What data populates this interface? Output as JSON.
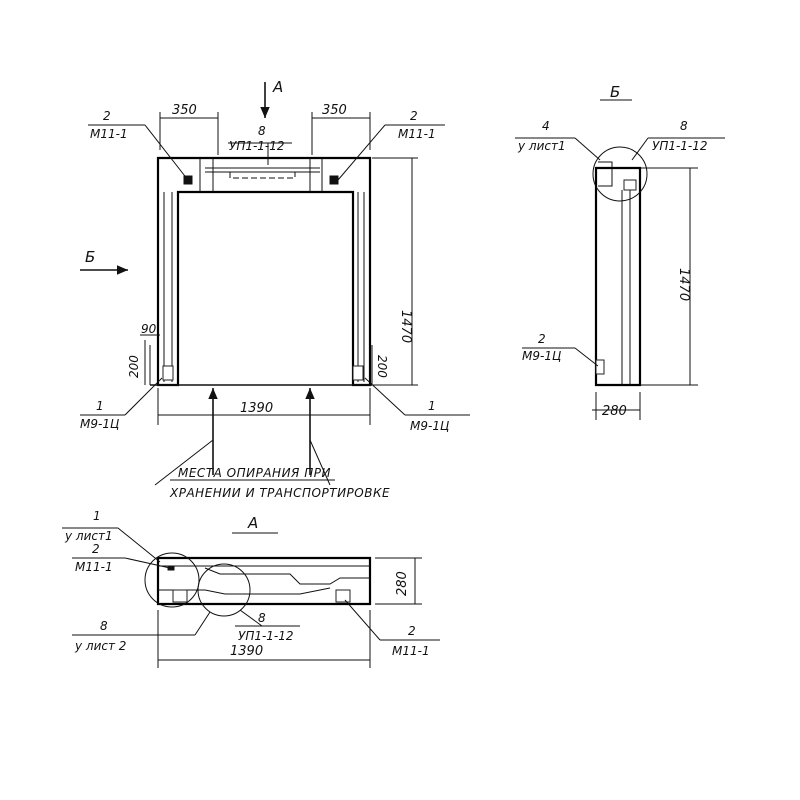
{
  "front_view": {
    "section_mark_top": "А",
    "section_mark_side": "Б",
    "dim_left_350": "350",
    "dim_right_350": "350",
    "dim_height": "1470",
    "dim_width": "1390",
    "dim_90": "90",
    "dim_200_left": "200",
    "dim_200_right": "200",
    "callout_top_left": {
      "num": "2",
      "ref": "М11-1"
    },
    "callout_top_right": {
      "num": "2",
      "ref": "М11-1"
    },
    "callout_top_center": {
      "num": "8",
      "ref": "УП1-1-12"
    },
    "callout_bottom_left": {
      "num": "1",
      "ref": "М9-1Ц"
    },
    "callout_bottom_right": {
      "num": "1",
      "ref": "М9-1Ц"
    },
    "support_note_line1": "МЕСТА ОПИРАНИЯ ПРИ",
    "support_note_line2": "ХРАНЕНИИ И ТРАНСПОРТИРОВКЕ"
  },
  "side_view": {
    "title": "Б",
    "dim_height": "1470",
    "dim_width": "280",
    "callout_top_left": {
      "num": "4",
      "ref": "у лист1"
    },
    "callout_top_right": {
      "num": "8",
      "ref": "УП1-1-12"
    },
    "callout_bottom": {
      "num": "2",
      "ref": "М9-1Ц"
    }
  },
  "top_view": {
    "title": "А",
    "dim_depth": "280",
    "dim_width": "1390",
    "callout_1": {
      "num": "1",
      "ref": "у лист1"
    },
    "callout_2": {
      "num": "2",
      "ref": "М11-1"
    },
    "callout_3": {
      "num": "8",
      "ref": "у лист 2"
    },
    "callout_4": {
      "num": "8",
      "ref": "УП1-1-12"
    },
    "callout_5": {
      "num": "2",
      "ref": "М11-1"
    }
  }
}
